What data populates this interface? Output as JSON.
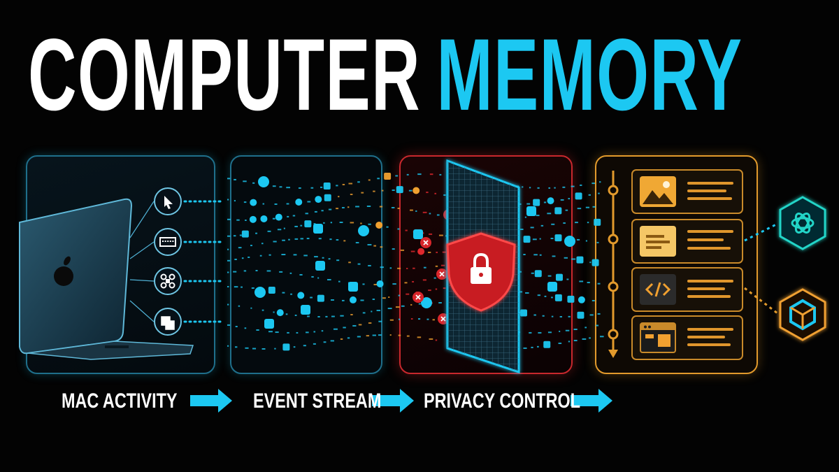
{
  "title": {
    "word1": "COMPUTER",
    "word2": "MEMORY"
  },
  "labels": {
    "mac_activity": "MAC ACTIVITY",
    "event_stream": "EVENT STREAM",
    "privacy_control": "PRIVACY CONTROL"
  },
  "colors": {
    "cyan": "#1cc8f2",
    "orange": "#f0a030",
    "red": "#e0282d",
    "white": "#ffffff",
    "background": "#030303"
  },
  "icons": {
    "inputs": [
      "cursor-click-icon",
      "keyboard-icon",
      "command-key-icon",
      "window-stack-icon"
    ],
    "memory_cards": [
      "image-icon",
      "document-icon",
      "code-icon",
      "browser-window-icon"
    ],
    "outputs": [
      "openai-logo-icon",
      "cube-logo-icon"
    ],
    "security": "shield-lock-icon"
  }
}
